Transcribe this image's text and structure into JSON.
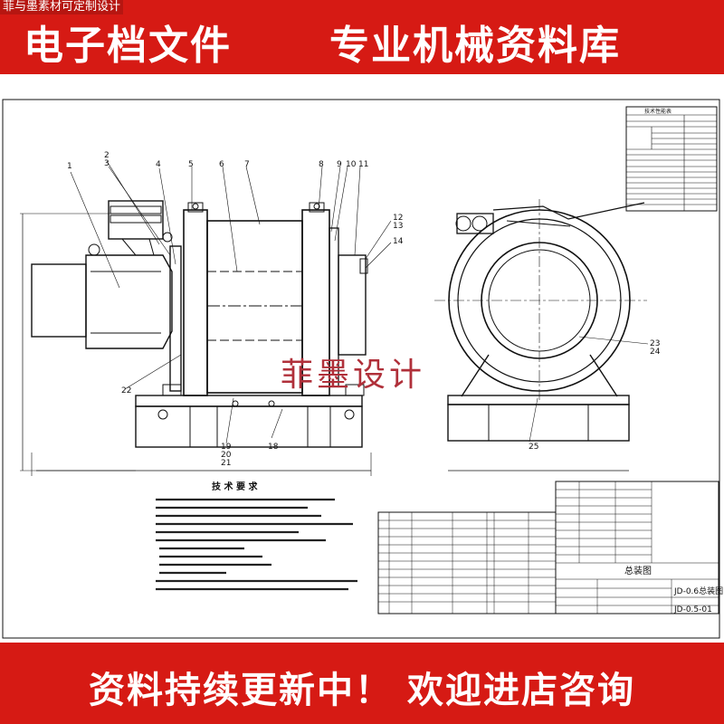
{
  "header": {
    "tag": "菲与墨素材可定制设计",
    "title_left": "电子档文件",
    "title_right": "专业机械资料库"
  },
  "footer": {
    "title": "资料持续更新中！ 欢迎进店咨询"
  },
  "watermark": "菲墨设计",
  "drawing": {
    "part_numbers_top": [
      "1",
      "2",
      "3",
      "4",
      "5",
      "6",
      "7",
      "8",
      "9",
      "10",
      "11"
    ],
    "part_numbers_right": [
      "12",
      "13",
      "14"
    ],
    "part_numbers_bottom": [
      "19",
      "20",
      "21",
      "18"
    ],
    "part_numbers_misc": [
      "22",
      "23",
      "24",
      "25"
    ],
    "tech_title": "技 术 要 求",
    "spec_table_title": "技术性能表",
    "title_block": {
      "drawing_name": "总装图",
      "drawing_title": "JD-0.6总装图",
      "drawing_number": "JD-0.5-01"
    }
  },
  "colors": {
    "banner": "#d61a14",
    "banner_text": "#ffffff",
    "watermark": "#b0303a",
    "line": "#111111"
  }
}
